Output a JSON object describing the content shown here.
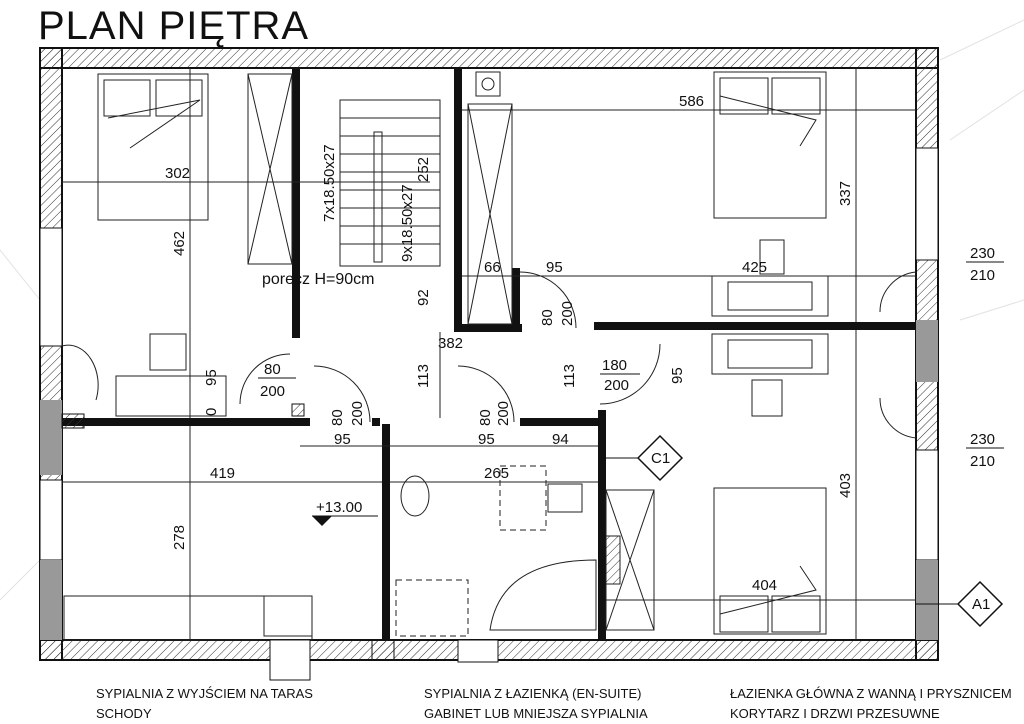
{
  "title": "PLAN PIĘTRA",
  "dimensions": {
    "d302": "302",
    "d462": "462",
    "d586": "586",
    "d337": "337",
    "d66": "66",
    "d95a": "95",
    "d425": "425",
    "d92": "92",
    "d382": "382",
    "d252": "252",
    "d113a": "113",
    "d113b": "113",
    "d95b": "95",
    "d0": "0",
    "d95c": "95",
    "d95d": "95",
    "d95e": "95",
    "d94": "94",
    "d419": "419",
    "d265": "265",
    "d278": "278",
    "d403": "403",
    "d404": "404"
  },
  "stairs": {
    "flight1": "7x18.50x27",
    "flight2": "9x18.50x27",
    "railing": "porecz H=90cm"
  },
  "doors": {
    "d1_w": "80",
    "d1_h": "200",
    "d2_w": "80",
    "d2_h": "200",
    "d3_w": "80",
    "d3_h": "200",
    "d4_w": "80",
    "d4_h": "200",
    "d5_w": "180",
    "d5_h": "200",
    "w1_w": "230",
    "w1_h": "210",
    "w2_w": "230",
    "w2_h": "210"
  },
  "level": "+13.00",
  "tags": {
    "c1": "C1",
    "a1": "A1"
  },
  "legend": {
    "col1": [
      "SYPIALNIA Z WYJŚCIEM NA TARAS",
      "SCHODY"
    ],
    "col2": [
      "SYPIALNIA Z ŁAZIENKĄ (EN-SUITE)",
      "GABINET LUB MNIEJSZA SYPIALNIA"
    ],
    "col3": [
      "ŁAZIENKA GŁÓWNA Z WANNĄ I PRYSZNICEM",
      "KORYTARZ I DRZWI PRZESUWNE"
    ]
  }
}
